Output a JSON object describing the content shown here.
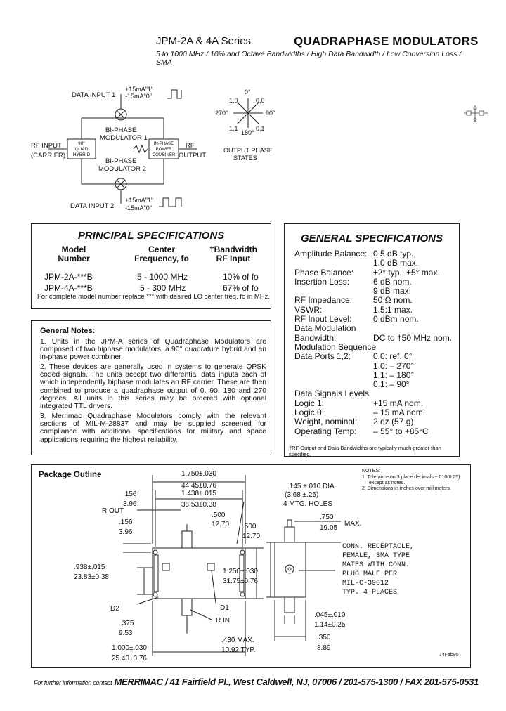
{
  "header": {
    "series": "JPM-2A  & 4A Series",
    "title": "QUADRAPHASE MODULATORS",
    "subtitle": "5 to 1000 MHz / 10% and Octave Bandwidths / High Data Bandwidth / Low Conversion Loss / SMA"
  },
  "schematic": {
    "data_input_1": "DATA INPUT 1",
    "data_input_2": "DATA INPUT 2",
    "rf_input": "RF INPUT",
    "carrier": "(CARRIER)",
    "rf_output": "RF",
    "output": "OUTPUT",
    "biphase_1a": "BI-PHASE",
    "biphase_1b": "MODULATOR 1",
    "biphase_2a": "BI-PHASE",
    "biphase_2b": "MODULATOR 2",
    "hybrid": [
      "90°",
      "QUAD",
      "HYBRID"
    ],
    "combiner": [
      "IN-PHASE",
      "POWER",
      "COMBINER"
    ],
    "logic_1_top": "+15mA\"1\"",
    "logic_0_top": "-15mA\"0\"",
    "logic_1_bot": "+15mA\"1\"",
    "logic_0_bot": "-15mA\"0\"",
    "phase_states": [
      "OUTPUT PHASE",
      "STATES"
    ],
    "phase_labels": {
      "top": "0°",
      "left": "270°",
      "right": "90°",
      "bottom": "180°",
      "s10": "1,0",
      "s00": "0,0",
      "s11": "1,1",
      "s01": "0,1"
    }
  },
  "principal": {
    "title": "PRINCIPAL SPECIFICATIONS",
    "headers": [
      [
        "Model",
        "Number"
      ],
      [
        "Center",
        "Frequency, fo"
      ],
      [
        "†Bandwidth",
        "RF Input"
      ]
    ],
    "rows": [
      [
        "JPM-2A-***B",
        "5 - 1000 MHz",
        "10% of fo"
      ],
      [
        "JPM-4A-***B",
        "5 - 300 MHz",
        "67% of fo"
      ]
    ],
    "note": "For complete model number replace *** with desired LO center freq, fo in MHz."
  },
  "general": {
    "title": "GENERAL SPECIFICATIONS",
    "rows": [
      [
        "Amplitude Balance:",
        "0.5 dB typ.,"
      ],
      [
        "",
        "1.0 dB max."
      ],
      [
        "Phase Balance:",
        "±2° typ., ±5° max."
      ],
      [
        "Insertion Loss:",
        "6 dB nom."
      ],
      [
        "",
        "9 dB max."
      ],
      [
        "RF Impedance:",
        "50 Ω nom."
      ],
      [
        "VSWR:",
        "1.5:1 max."
      ],
      [
        "RF Input Level:",
        "0 dBm nom."
      ],
      [
        "Data Modulation",
        ""
      ],
      [
        "    Bandwidth:",
        "DC to †50 MHz nom."
      ],
      [
        "Modulation Sequence",
        ""
      ],
      [
        "      Data Ports 1,2:",
        "0,0: ref. 0°"
      ],
      [
        "",
        "1,0: – 270°"
      ],
      [
        "",
        "1,1: – 180°"
      ],
      [
        "",
        "0,1: – 90°"
      ],
      [
        "Data Signals Levels",
        ""
      ],
      [
        "      Logic 1:",
        "+15 mA nom."
      ],
      [
        "      Logic 0:",
        "– 15 mA nom."
      ],
      [
        "Weight, nominal:",
        "2 oz (57 g)"
      ],
      [
        "Operating Temp:",
        "– 55° to +85°C"
      ]
    ],
    "footnote": "†RF Output and Data Bandwidths are typically much greater than specified."
  },
  "notes": {
    "title": "General Notes:",
    "items": [
      "1. Units in the JPM-A series of Quadraphase Modulators are composed of two biphase modulators, a 90° quadrature hybrid and an in-phase power combiner.",
      "2. These devices are generally used in systems to generate QPSK coded signals. The units accept two differential data inputs each of which independently biphase modulates an RF carrier. These are then combined to produce a quadraphase output of 0, 90, 180 and 270 degrees. All units in this series may be ordered with optional integrated TTL drivers.",
      "3. Merrimac Quadraphase Modulators comply with the relevant sections of MIL-M-28837 and may be supplied screened for compliance with additional specifications for military and space applications requiring the highest reliability."
    ]
  },
  "package": {
    "title": "Package Outline",
    "notes_title": "NOTES:",
    "notes_1": "1. Tolerance on 3 place decimals ±.010(0.25)",
    "notes_1b": "except as noted.",
    "notes_2": "2. Dimensions in inches over millimeters.",
    "dims": {
      "d1750": "1.750±.030",
      "d4445": "44.45±0.76",
      "d1438": "1.438±.015",
      "d3653": "36.53±0.38",
      "d145": ".145 ±.010 DIA",
      "d368": "(3.68 ±.25)",
      "mtg": "4 MTG. HOLES",
      "d156a": ".156",
      "d396a": "3.96",
      "rout": "R OUT",
      "d500a": ".500",
      "d1270a": "12.70",
      "d156b": ".156",
      "d396b": "3.96",
      "d500b": ".500",
      "d1270b": "12.70",
      "d750": ".750",
      "d1905": "19.05",
      "max": "MAX.",
      "d938": ".938±.015",
      "d2383": "23.83±0.38",
      "d1250": "1.250±.030",
      "d3175": "31.75±0.76",
      "conn": [
        "CONN. RECEPTACLE,",
        "FEMALE, SMA TYPE",
        "MATES WITH CONN.",
        "PLUG MALE PER",
        "MIL-C-39012",
        "TYP. 4 PLACES"
      ],
      "d2": "D2",
      "d1": "D1",
      "rin": "R IN",
      "d375": ".375",
      "d953": "9.53",
      "d045": ".045±.010",
      "d114": "1.14±0.25",
      "d350": ".350",
      "d889": "8.89",
      "d430": ".430 MAX.",
      "d1092": "10.92 TYP.",
      "d1000": "1.000±.030",
      "d2540": "25.40±0.76",
      "date": "14Feb95"
    }
  },
  "footer": {
    "prefix": "For further information contact",
    "contact": "MERRIMAC / 41 Fairfield Pl., West Caldwell, NJ, 07006 / 201-575-1300 / FAX 201-575-0531"
  }
}
